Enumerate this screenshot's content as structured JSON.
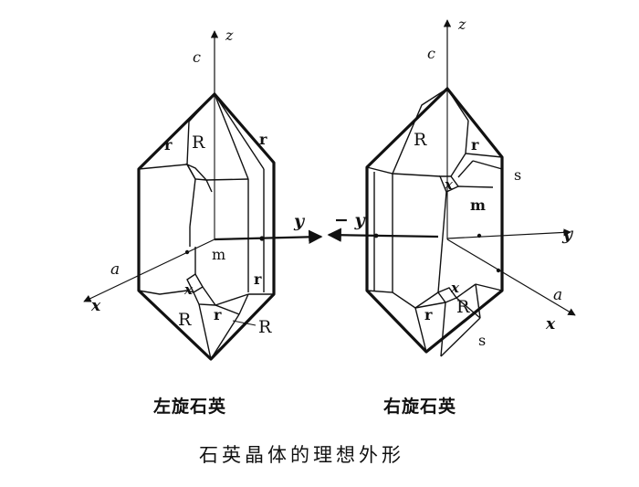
{
  "left_crystal": {
    "caption": "左旋石英",
    "axis_labels": {
      "z": "z",
      "c": "c",
      "y": "y",
      "a": "a",
      "x": "x"
    },
    "face_labels": {
      "r_top_left": "r",
      "R_top": "R",
      "r_top_right": "r",
      "m": "m",
      "x": "x",
      "r_lower_right": "r",
      "R_bottom": "R",
      "r_bottom": "r",
      "R_outer": "R"
    }
  },
  "right_crystal": {
    "caption": "右旋石英",
    "axis_labels": {
      "z": "z",
      "c": "c",
      "neg_y": "− y",
      "y": "y",
      "a": "a",
      "x": "x"
    },
    "face_labels": {
      "R_top": "R",
      "r_top": "r",
      "s_top": "s",
      "x_top": "x",
      "m": "m",
      "x_bottom": "x",
      "r_bottom": "r",
      "R_bottom": "R",
      "s_bottom": "s"
    }
  },
  "title": "石英晶体的理想外形"
}
